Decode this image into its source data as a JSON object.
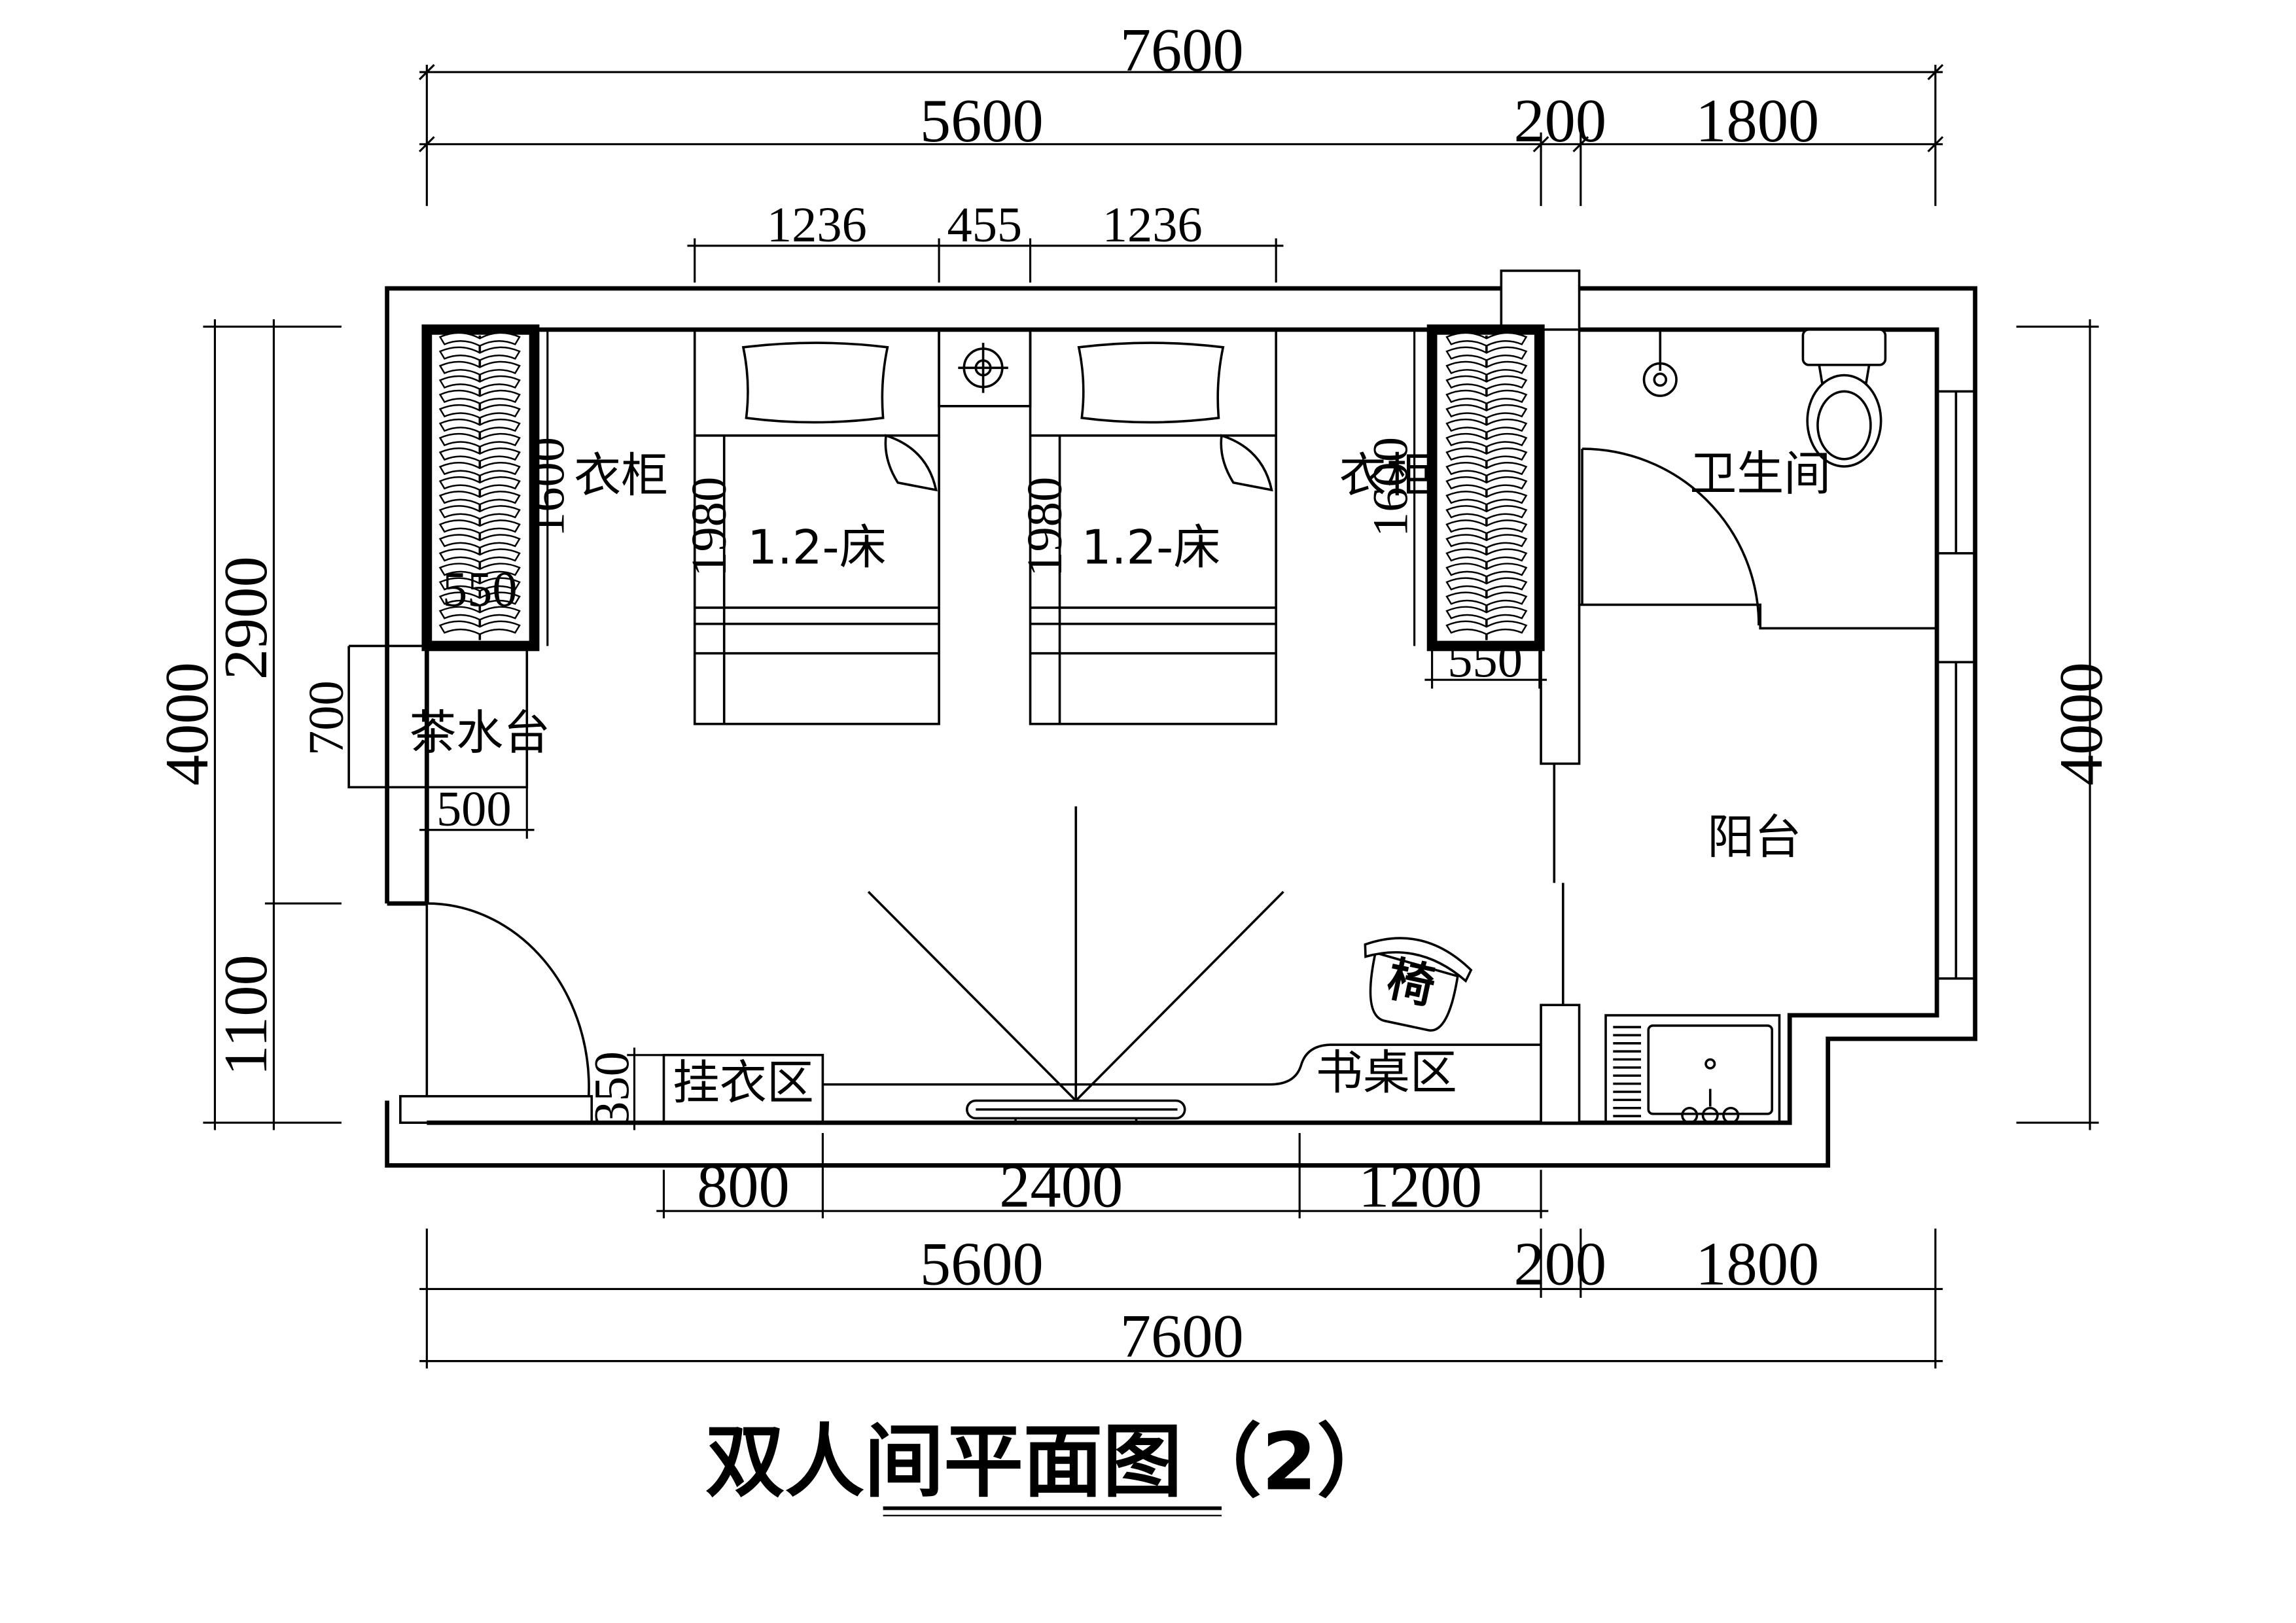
{
  "title": "双人间平面图（2）",
  "rooms": {
    "bathroom": "卫生间",
    "balcony": "阳台",
    "wardrobe_left": "衣柜",
    "wardrobe_right": "衣柜",
    "tea_counter": "茶水台",
    "bed_left": "1.2-床",
    "bed_right": "1.2-床",
    "chair": "椅",
    "hanging_area": "挂衣区",
    "desk_area": "书桌区"
  },
  "dimensions": {
    "top_total": "7600",
    "top_main": "5600",
    "top_wall": "200",
    "top_side": "1800",
    "bed_width_left": "1236",
    "bed_gap": "455",
    "bed_width_right": "1236",
    "bed_length_left": "1980",
    "bed_length_right": "1980",
    "wardrobe_height_left": "1600",
    "wardrobe_height_right": "1600",
    "wardrobe_depth_left": "550",
    "wardrobe_depth_right": "550",
    "tea_height": "700",
    "tea_width": "500",
    "left_total": "4000",
    "left_upper": "2900",
    "left_lower": "1100",
    "right_total": "4000",
    "hanging_depth": "350",
    "bottom_hang": "800",
    "bottom_tv": "2400",
    "bottom_desk": "1200",
    "bottom_main": "5600",
    "bottom_wall": "200",
    "bottom_side": "1800",
    "bottom_total": "7600"
  }
}
